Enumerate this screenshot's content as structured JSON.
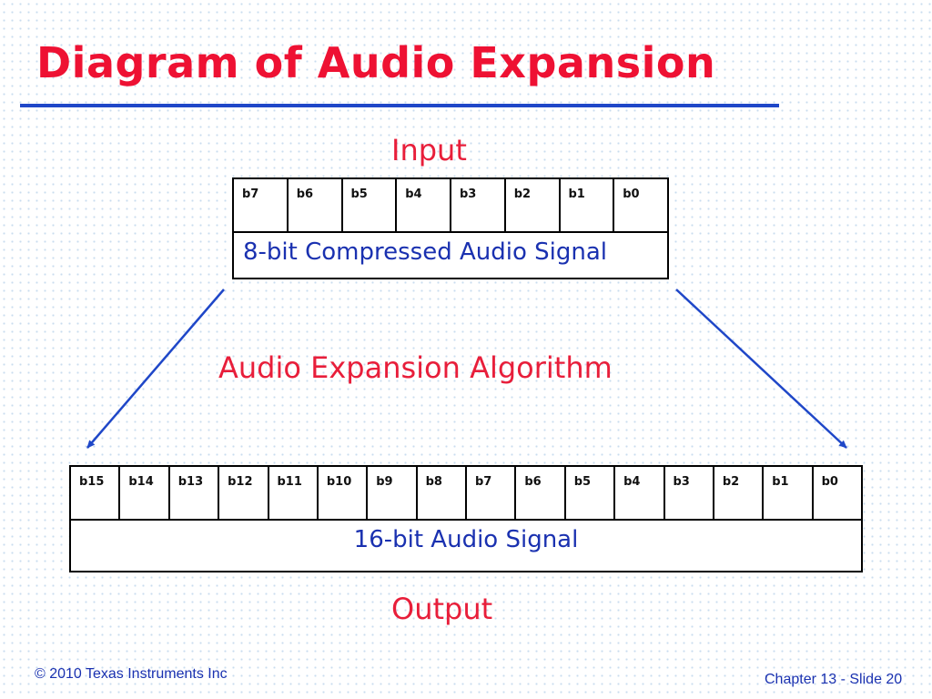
{
  "slide": {
    "title": "Diagram of Audio Expansion",
    "input_label": "Input",
    "algorithm_label": "Audio Expansion Algorithm",
    "output_label": "Output"
  },
  "input_register": {
    "bits": [
      "b7",
      "b6",
      "b5",
      "b4",
      "b3",
      "b2",
      "b1",
      "b0"
    ],
    "caption": "8-bit Compressed Audio Signal"
  },
  "output_register": {
    "bits": [
      "b15",
      "b14",
      "b13",
      "b12",
      "b11",
      "b10",
      "b9",
      "b8",
      "b7",
      "b6",
      "b5",
      "b4",
      "b3",
      "b2",
      "b1",
      "b0"
    ],
    "caption": "16-bit Audio Signal"
  },
  "footer": {
    "copyright": "© 2010 Texas Instruments Inc",
    "slide_number": "Chapter 13 - Slide 20"
  },
  "colors": {
    "title": "#ee1133",
    "accent_red": "#e81e3a",
    "accent_blue": "#1f47c8",
    "text_blue": "#1a31b0"
  }
}
